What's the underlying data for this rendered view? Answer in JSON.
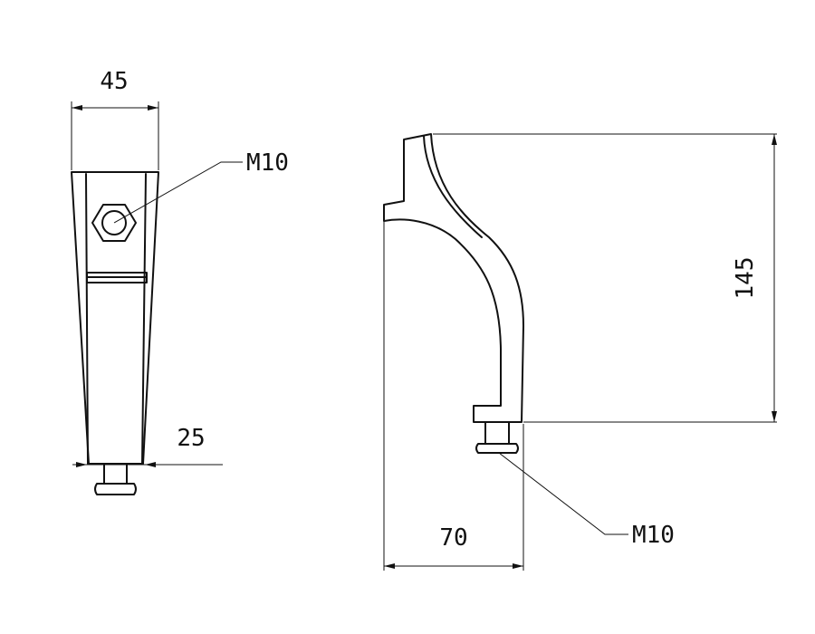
{
  "diagram": {
    "type": "technical-drawing",
    "stroke_color": "#111111",
    "background_color": "#ffffff",
    "front_view": {
      "width_dimension": "45",
      "bottom_dimension": "25",
      "thread_label": "M10"
    },
    "side_view": {
      "height_dimension": "145",
      "depth_dimension": "70",
      "thread_label": "M10"
    }
  }
}
